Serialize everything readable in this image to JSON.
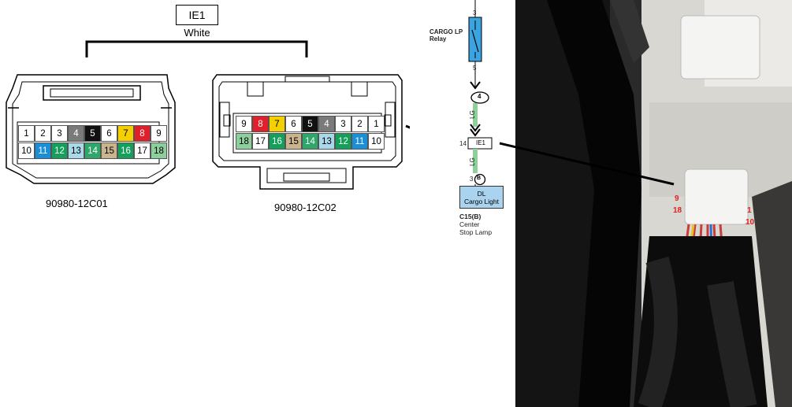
{
  "header": {
    "connector_id": "IE1",
    "color": "White"
  },
  "connector_left": {
    "part_number": "90980-12C01",
    "top_row": [
      {
        "pin": "1",
        "bg": "#ffffff",
        "fg": "#000000"
      },
      {
        "pin": "2",
        "bg": "#ffffff",
        "fg": "#000000"
      },
      {
        "pin": "3",
        "bg": "#ffffff",
        "fg": "#000000"
      },
      {
        "pin": "4",
        "bg": "#7a7a7a",
        "fg": "#ffffff"
      },
      {
        "pin": "5",
        "bg": "#111111",
        "fg": "#ffffff"
      },
      {
        "pin": "6",
        "bg": "#ffffff",
        "fg": "#000000"
      },
      {
        "pin": "7",
        "bg": "#f5d000",
        "fg": "#000000"
      },
      {
        "pin": "8",
        "bg": "#e0202a",
        "fg": "#ffffff"
      },
      {
        "pin": "9",
        "bg": "#ffffff",
        "fg": "#000000"
      }
    ],
    "bottom_row": [
      {
        "pin": "10",
        "bg": "#ffffff",
        "fg": "#000000"
      },
      {
        "pin": "11",
        "bg": "#1a8fd8",
        "fg": "#ffffff"
      },
      {
        "pin": "12",
        "bg": "#14a05a",
        "fg": "#ffffff"
      },
      {
        "pin": "13",
        "bg": "#a8d8ea",
        "fg": "#000000"
      },
      {
        "pin": "14",
        "bg": "#2ea86a",
        "fg": "#ffffff"
      },
      {
        "pin": "15",
        "bg": "#c9b48e",
        "fg": "#000000"
      },
      {
        "pin": "16",
        "bg": "#14a05a",
        "fg": "#ffffff"
      },
      {
        "pin": "17",
        "bg": "#ffffff",
        "fg": "#000000"
      },
      {
        "pin": "18",
        "bg": "#8ccf9c",
        "fg": "#000000"
      }
    ]
  },
  "connector_right": {
    "part_number": "90980-12C02",
    "top_row": [
      {
        "pin": "9",
        "bg": "#ffffff",
        "fg": "#000000"
      },
      {
        "pin": "8",
        "bg": "#e0202a",
        "fg": "#ffffff"
      },
      {
        "pin": "7",
        "bg": "#f5d000",
        "fg": "#000000"
      },
      {
        "pin": "6",
        "bg": "#ffffff",
        "fg": "#000000"
      },
      {
        "pin": "5",
        "bg": "#111111",
        "fg": "#ffffff"
      },
      {
        "pin": "4",
        "bg": "#7a7a7a",
        "fg": "#ffffff"
      },
      {
        "pin": "3",
        "bg": "#ffffff",
        "fg": "#000000"
      },
      {
        "pin": "2",
        "bg": "#ffffff",
        "fg": "#000000"
      },
      {
        "pin": "1",
        "bg": "#ffffff",
        "fg": "#000000"
      }
    ],
    "bottom_row": [
      {
        "pin": "18",
        "bg": "#8ccf9c",
        "fg": "#000000"
      },
      {
        "pin": "17",
        "bg": "#ffffff",
        "fg": "#000000"
      },
      {
        "pin": "16",
        "bg": "#14a05a",
        "fg": "#ffffff"
      },
      {
        "pin": "15",
        "bg": "#c9b48e",
        "fg": "#000000"
      },
      {
        "pin": "14",
        "bg": "#2ea86a",
        "fg": "#ffffff"
      },
      {
        "pin": "13",
        "bg": "#a8d8ea",
        "fg": "#000000"
      },
      {
        "pin": "12",
        "bg": "#14a05a",
        "fg": "#ffffff"
      },
      {
        "pin": "11",
        "bg": "#1a8fd8",
        "fg": "#ffffff"
      },
      {
        "pin": "10",
        "bg": "#ffffff",
        "fg": "#000000"
      }
    ]
  },
  "wiring": {
    "relay_title": "CARGO LP",
    "relay_subtitle": "Relay",
    "relay_pin_top": "3",
    "relay_pin_bottom": "5",
    "junction_label": "4",
    "wire_color_upper": "LG",
    "wire_color_lower": "LG",
    "connector_pin": "14",
    "connector_label": "IE1",
    "terminal_pin": "3",
    "terminal_label": "B",
    "load_line1": "DL",
    "load_line2": "Cargo Light",
    "component_code": "C15(B)",
    "component_name_1": "Center",
    "component_name_2": "Stop Lamp"
  },
  "photo": {
    "pin_labels": {
      "top_left": "9",
      "bottom_left": "18",
      "top_right": "1",
      "bottom_right": "10"
    },
    "label_color": "#e02020"
  }
}
